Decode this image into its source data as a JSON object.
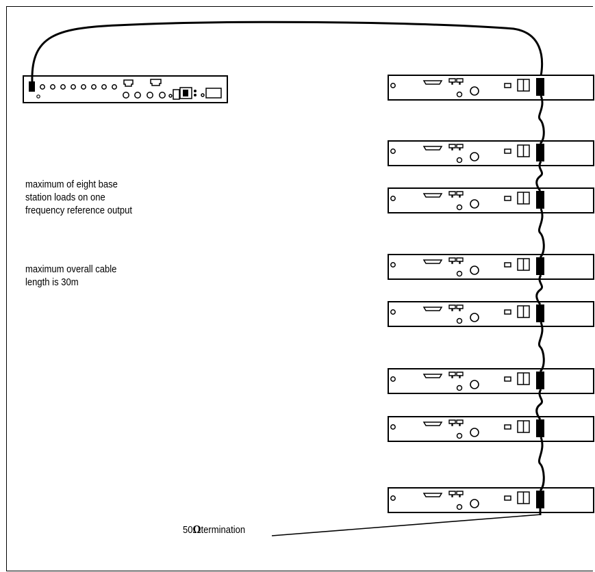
{
  "notes": {
    "eight_loads": "maximum of eight base\nstation loads on one\nfrequency reference output",
    "cable_length": "maximum overall cable\nlength is 30m"
  },
  "termination": {
    "value": "50",
    "symbol": "Ω",
    "text": "termination"
  },
  "diagram": {
    "source_unit": "frequency-reference-unit",
    "base_station_count": 8,
    "colors": {
      "line": "#000000",
      "background": "#ffffff"
    }
  }
}
